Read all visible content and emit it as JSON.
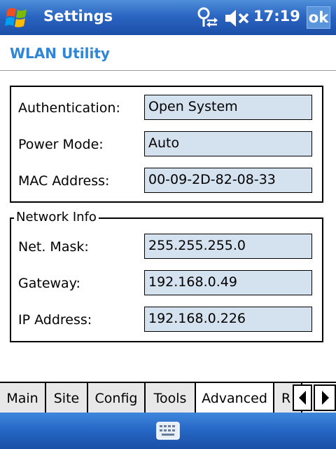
{
  "titlebar": {
    "title": "Settings",
    "clock": "17:19",
    "ok_label": "ok"
  },
  "app": {
    "title": "WLAN Utility"
  },
  "general": {
    "authentication_label": "Authentication:",
    "authentication_value": "Open System",
    "power_mode_label": "Power Mode:",
    "power_mode_value": "Auto",
    "mac_label": "MAC Address:",
    "mac_value": "00-09-2D-82-08-33"
  },
  "network_info": {
    "legend": "Network Info",
    "netmask_label": "Net. Mask:",
    "netmask_value": "255.255.255.0",
    "gateway_label": "Gateway:",
    "gateway_value": "192.168.0.49",
    "ip_label": "IP Address:",
    "ip_value": "192.168.0.226"
  },
  "tabs": [
    {
      "label": "Main"
    },
    {
      "label": "Site"
    },
    {
      "label": "Config"
    },
    {
      "label": "Tools"
    },
    {
      "label": "Advanced",
      "active": true
    },
    {
      "label": "R"
    }
  ],
  "icons": {
    "start": "windows-start-icon",
    "connectivity": "connectivity-icon",
    "volume": "volume-muted-icon",
    "keyboard": "keyboard-icon",
    "tab_left": "arrow-left-icon",
    "tab_right": "arrow-right-icon"
  },
  "colors": {
    "title_bar": "#2a66c2",
    "app_title": "#2f86d6",
    "field_bg": "#d4e1ee"
  }
}
